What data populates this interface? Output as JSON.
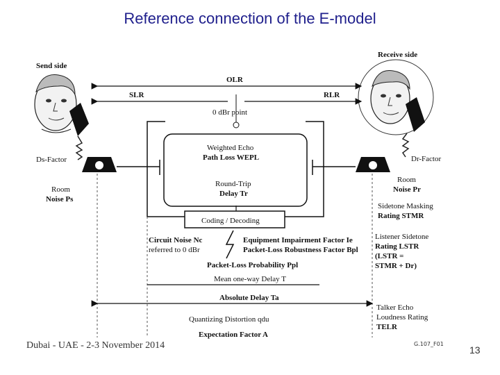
{
  "title": "Reference connection of the E-model",
  "footer": "Dubai - UAE - 2-3 November 2014",
  "page_number": "13",
  "figure_id": "G.107_F01",
  "labels": {
    "send_side": "Send side",
    "receive_side": "Receive side",
    "olr": "OLR",
    "slr": "SLR",
    "rlr": "RLR",
    "zero_dbr_point": "0 dBr point",
    "ds_factor": "Ds-Factor",
    "dr_factor": "Dr-Factor",
    "room_noise_ps_1": "Room",
    "room_noise_ps_2": "Noise Ps",
    "room_noise_pr_1": "Room",
    "room_noise_pr_2": "Noise Pr",
    "wepl_1": "Weighted Echo",
    "wepl_2": "Path Loss WEPL",
    "rtd_1": "Round-Trip",
    "rtd_2": "Delay Tr",
    "codec": "Coding / Decoding",
    "circuit_noise_1": "Circuit Noise Nc",
    "circuit_noise_2": "referred to 0 dBr",
    "ie_1": "Equipment Impairment Factor Ie",
    "ie_2": "Packet-Loss Robustness Factor Bpl",
    "ppl": "Packet-Loss Probability Ppl",
    "mean_delay": "Mean one-way Delay T",
    "abs_delay": "Absolute Delay Ta",
    "qdu": "Quantizing Distortion qdu",
    "expectation": "Expectation Factor A",
    "stmr_1": "Sidetone Masking",
    "stmr_2": "Rating STMR",
    "lstr_1": "Listener Sidetone",
    "lstr_2": "Rating LSTR",
    "lstr_3": "(LSTR =",
    "lstr_4": "STMR + Dr)",
    "telr_1": "Talker Echo",
    "telr_2": "Loudness Rating",
    "telr_3": "TELR"
  }
}
